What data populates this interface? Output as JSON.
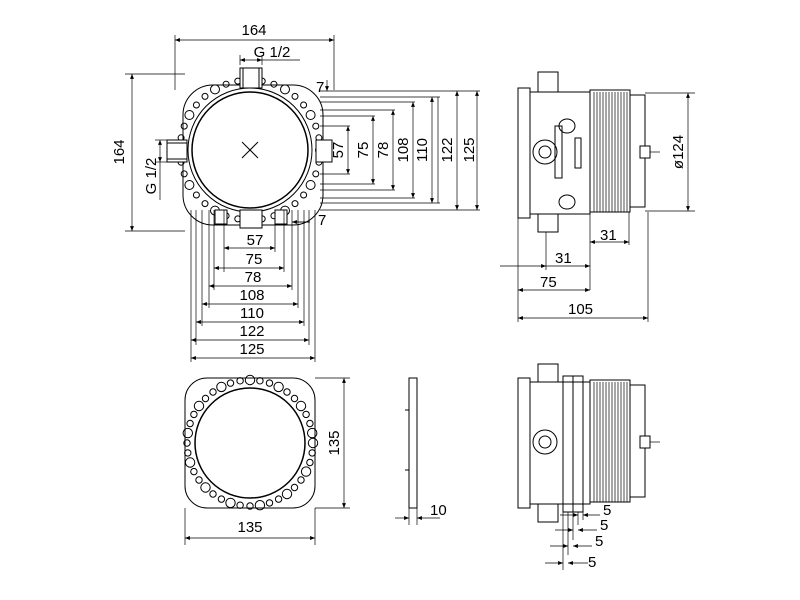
{
  "views": {
    "front": {
      "dims_top": [
        "164",
        "G 1/2"
      ],
      "dims_left": [
        "164",
        "G 1/2"
      ],
      "dims_right": [
        "7",
        "57",
        "75",
        "78",
        "108",
        "110",
        "122",
        "125"
      ],
      "dims_bottom": [
        "7",
        "57",
        "75",
        "78",
        "108",
        "110",
        "122",
        "125"
      ]
    },
    "side": {
      "diameter": "ø124",
      "dims_bottom": [
        "31",
        "31",
        "75",
        "105"
      ]
    },
    "plate": {
      "dims": [
        "135",
        "135"
      ]
    },
    "plate_edge": {
      "dims": [
        "10"
      ]
    },
    "side_with_plate": {
      "dims": [
        "5",
        "5",
        "5",
        "5"
      ]
    }
  }
}
